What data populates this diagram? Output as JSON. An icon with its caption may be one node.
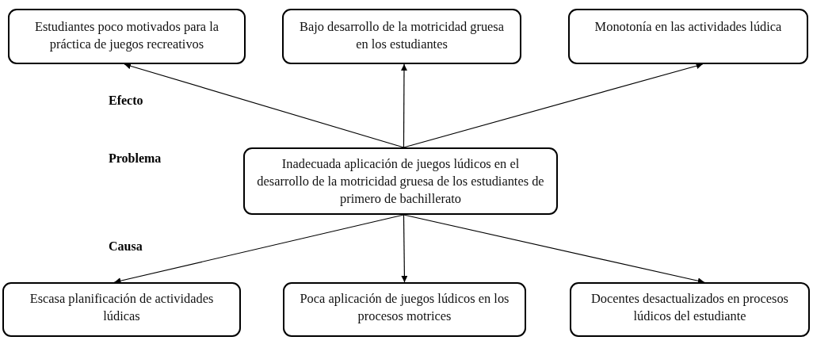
{
  "diagram": {
    "nodes": [
      {
        "text": [
          "Estudiantes poco motivados para la práctica de juegos recreativos"
        ]
      },
      {
        "text": [
          "Bajo desarrollo de la motricidad gruesa en los estudiantes"
        ]
      },
      {
        "text": [
          "Monotonía en las actividades lúdica"
        ]
      },
      {
        "text": [
          "Inadecuada aplicación de juegos lúdicos en el desarrollo de la motricidad gruesa de los estudiantes de primero de bachillerato"
        ]
      },
      {
        "text": [
          "Escasa planificación de actividades lúdicas"
        ]
      },
      {
        "text": [
          "Poca aplicación de juegos lúdicos en los procesos motrices"
        ]
      },
      {
        "text": [
          "Docentes desactualizados en procesos lúdicos del estudiante"
        ]
      }
    ],
    "edges": [
      {
        "from": 3,
        "to": 0,
        "arrow": "to"
      },
      {
        "from": 3,
        "to": 1,
        "arrow": "to"
      },
      {
        "from": 3,
        "to": 2,
        "arrow": "to"
      },
      {
        "from": 3,
        "to": 4,
        "arrow": "to"
      },
      {
        "from": 3,
        "to": 5,
        "arrow": "to"
      },
      {
        "from": 3,
        "to": 6,
        "arrow": "to"
      }
    ],
    "labels": [
      "Efecto",
      "Problema",
      "Causa"
    ]
  }
}
